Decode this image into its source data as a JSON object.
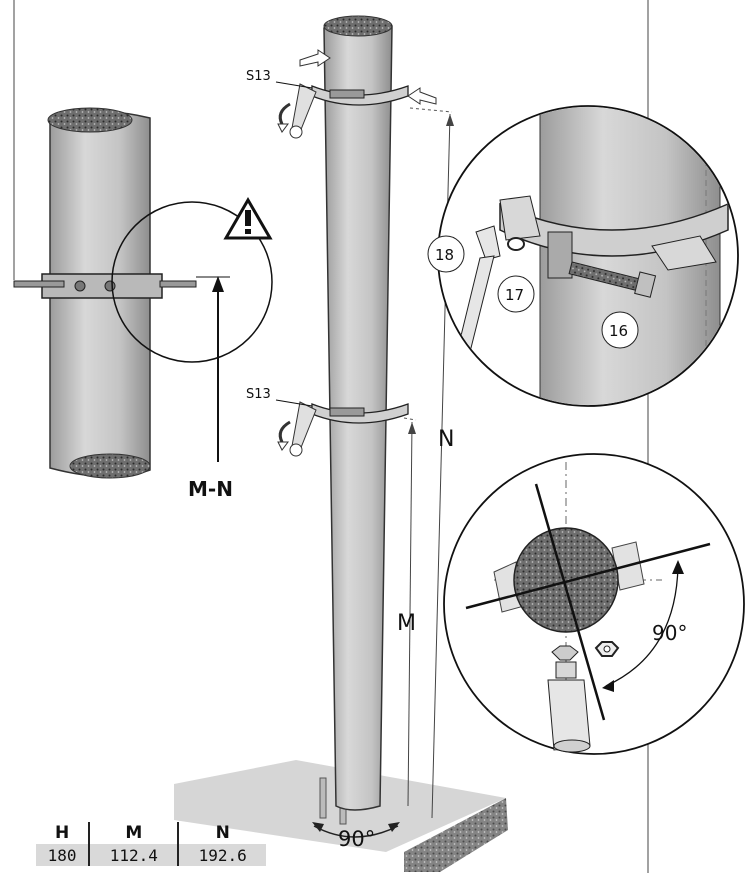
{
  "labels": {
    "s13_top": "S13",
    "s13_bottom": "S13",
    "section": "M-N",
    "dim_n": "N",
    "dim_m": "M",
    "angle_base": "90°",
    "angle_detail": "90°",
    "callout_16": "16",
    "callout_17": "17",
    "callout_18": "18"
  },
  "table": {
    "headers": [
      "H",
      "M",
      "N"
    ],
    "values": [
      "180",
      "112.4",
      "192.6"
    ]
  },
  "colors": {
    "pole": "#c8c8c8",
    "pole_shade": "#9a9a9a",
    "base": "#d4d4d4",
    "ink": "#111111"
  }
}
